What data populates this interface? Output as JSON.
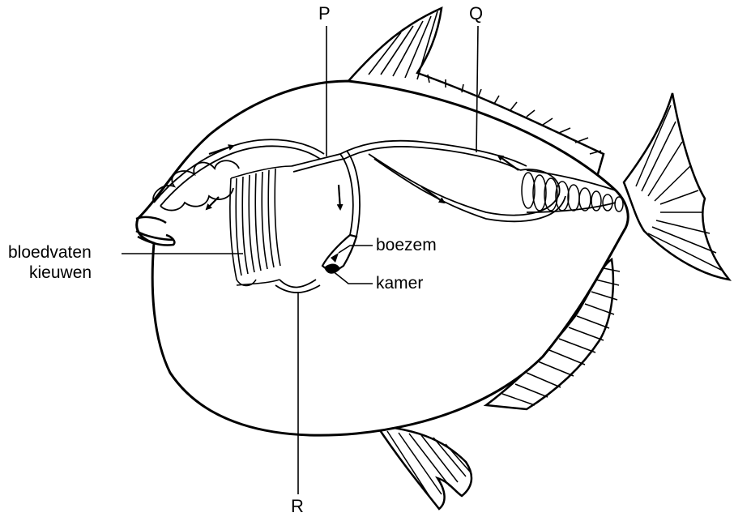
{
  "labels": {
    "p": "P",
    "q": "Q",
    "r": "R",
    "gills_line1": "bloedvaten",
    "gills_line2": "kieuwen",
    "atrium": "boezem",
    "ventricle": "kamer"
  },
  "colors": {
    "ink": "#000000",
    "paper": "#ffffff"
  }
}
